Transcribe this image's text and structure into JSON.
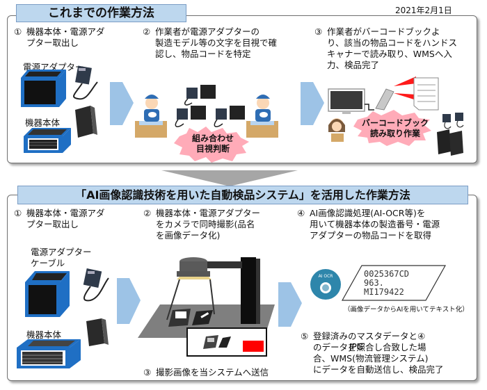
{
  "date": "2021年2月1日",
  "before": {
    "title": "これまでの作業方法",
    "steps": [
      {
        "num": "①",
        "lines": [
          "機器本体・電源アダ",
          "プター取出し"
        ]
      },
      {
        "num": "②",
        "lines": [
          "作業者が電源アダプターの",
          "製造モデル等の文字を目視で確",
          "認し、物品コードを特定"
        ]
      },
      {
        "num": "③",
        "lines": [
          "作業者がバーコードブックよ",
          "り、該当の物品コードをハンドス",
          "キャナーで読み取り、WMSへ入",
          "力、検品完了"
        ]
      }
    ],
    "labels": {
      "adapter": "電源アダプター",
      "device": "機器本体"
    },
    "callouts": {
      "visual_check": [
        "組み合わせ",
        "目視判断"
      ],
      "barcode_reading": [
        "バーコードブック",
        "読み取り作業"
      ]
    }
  },
  "after": {
    "title": "「AI画像認識技術を用いた自動検品システム」を活用した作業方法",
    "steps": [
      {
        "num": "①",
        "lines": [
          "機器本体・電源アダ",
          "プター取出し"
        ]
      },
      {
        "num": "②",
        "lines": [
          "機器本体・電源アダプター",
          "をカメラで同時撮影(品名",
          "を画像データ化)"
        ]
      },
      {
        "num": "③",
        "lines": [
          "撮影画像を当システムへ送信"
        ]
      },
      {
        "num": "④",
        "lines": [
          "AI画像認識処理(AI-OCR等)を",
          "用いて機器本体の製造番号・電源",
          "アダプターの物品コードを取得"
        ]
      },
      {
        "num": "⑤",
        "lines": [
          "登録済みのマスタデータと④",
          "のデータを照合し合致した場",
          "合、WMS(物流管理システム)",
          "にデータを自動送信し、検品完了"
        ]
      }
    ],
    "labels": {
      "adapter": [
        "電源アダプター",
        "ケーブル"
      ],
      "device": "機器本体",
      "jpg": "JPG",
      "ai_ocr_badge": "AI OCR",
      "ocr_note": "（画像データからAIを用いてテキスト化）"
    },
    "ocr_result": [
      "0025367CD",
      "963.",
      "MI179422"
    ]
  },
  "colors": {
    "title_bg": "#bdd7ee",
    "arrow_blue": "#9dc3e6",
    "device_blue": "#1f6fc4",
    "burst_pink": "#ff8fa0",
    "ai_badge": "#2e86ab",
    "jpg_red": "#ff0000"
  }
}
